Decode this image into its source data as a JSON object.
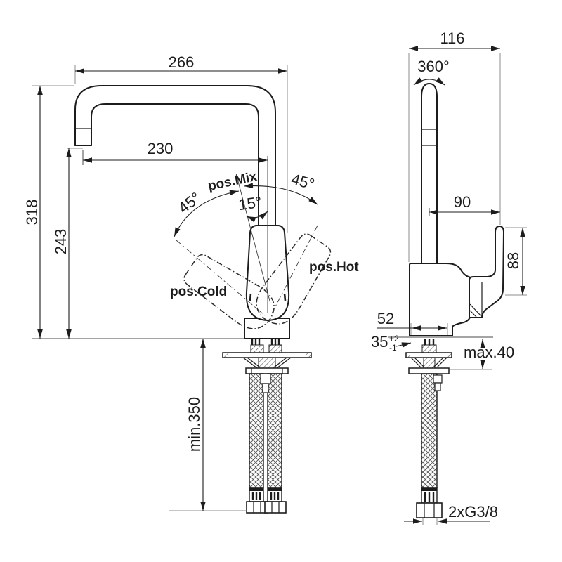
{
  "front": {
    "dim_width_overall": "266",
    "dim_spout_reach": "230",
    "dim_height_overall": "318",
    "dim_spout_outlet_height": "243",
    "dim_hose_min_length": "min.350",
    "angle_cold_swing": "45°",
    "angle_hot_swing": "45°",
    "angle_mix_offset": "15°",
    "pos_mix": "pos.Mix",
    "pos_cold": "pos.Cold",
    "pos_hot": "pos.Hot"
  },
  "side": {
    "dim_depth": "116",
    "spout_rotation": "360°",
    "dim_handle_projection": "90",
    "dim_handle_height": "88",
    "dim_base_depth": "52",
    "dim_mounting_hole": "35",
    "tol_plus": "+2",
    "tol_minus": "-1",
    "dim_deck_thickness": "max.40",
    "dim_hose_connection": "2xG3/8"
  },
  "style": {
    "line_color": "#1c1c1c",
    "thin_line_color": "#8c8c8c",
    "background": "#ffffff"
  }
}
